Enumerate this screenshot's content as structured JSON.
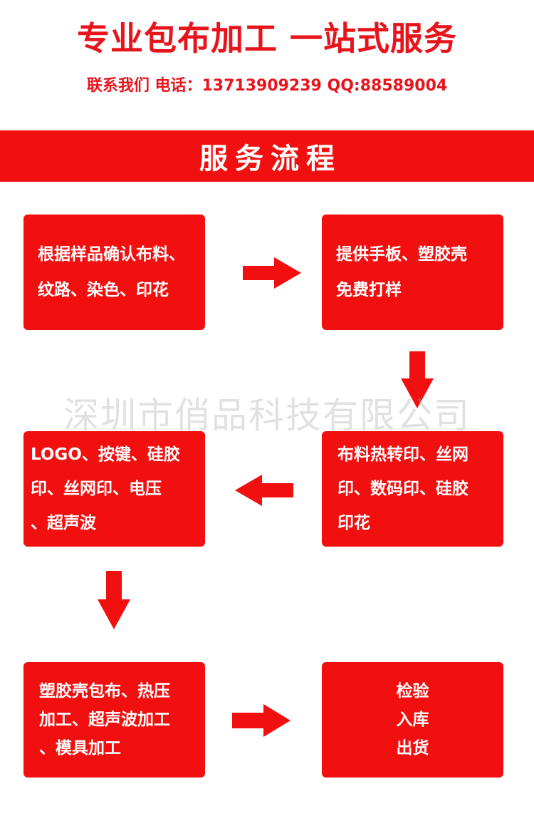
{
  "header": {
    "title": "专业包布加工 一站式服务",
    "contact": "联系我们  电话：13713909239  QQ:88589004"
  },
  "banner": {
    "title": "服务流程"
  },
  "watermark": "深圳市俏品科技有限公司",
  "steps": [
    {
      "lines": [
        "根据样品确认布料、",
        "纹路、染色、印花"
      ]
    },
    {
      "lines": [
        "提供手板、塑胶壳",
        "免费打样"
      ]
    },
    {
      "lines": [
        "LOGO、按键、硅胶",
        "印、丝网印、电压",
        "、超声波"
      ]
    },
    {
      "lines": [
        "布料热转印、丝网",
        "印、数码印、硅胶",
        "印花"
      ]
    },
    {
      "lines": [
        "塑胶壳包布、热压",
        "加工、超声波加工",
        "、模具加工"
      ]
    },
    {
      "lines": [
        "检验",
        "入库",
        "出货"
      ]
    }
  ],
  "arrows": [
    "right-arrow-icon",
    "down-arrow-icon",
    "left-arrow-icon",
    "down-arrow-icon",
    "right-arrow-icon"
  ],
  "colors": {
    "accent": "#f10f0f",
    "text_red": "#e8141c",
    "box_text": "#ffffff",
    "background": "#ffffff"
  }
}
